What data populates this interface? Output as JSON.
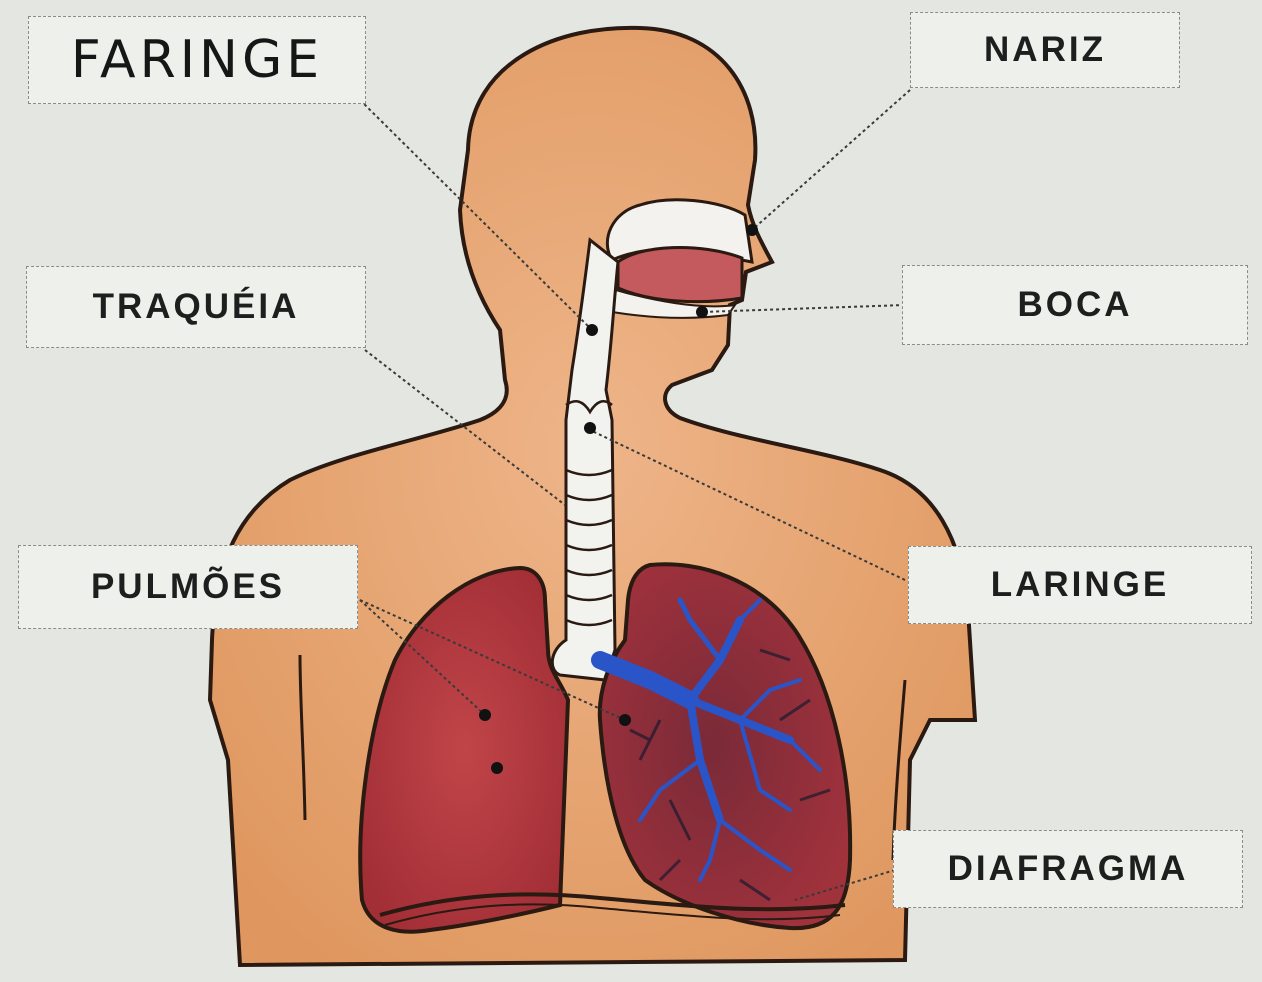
{
  "labels": {
    "faringe": "FARINGE",
    "nariz": "NARIZ",
    "traqueia": "TRAQUÉIA",
    "boca": "BOCA",
    "pulmoes": "PULMÕES",
    "laringe": "LARINGE",
    "diafragma": "DIAFRAGMA"
  },
  "colors": {
    "paper": "#e4e6e2",
    "label_bg": "#eef0ec",
    "skin": "#e9a779",
    "lung": "#b23c42",
    "bronchi": "#2a55c8",
    "outline": "#2a1a12",
    "tongue": "#c45a5e"
  }
}
